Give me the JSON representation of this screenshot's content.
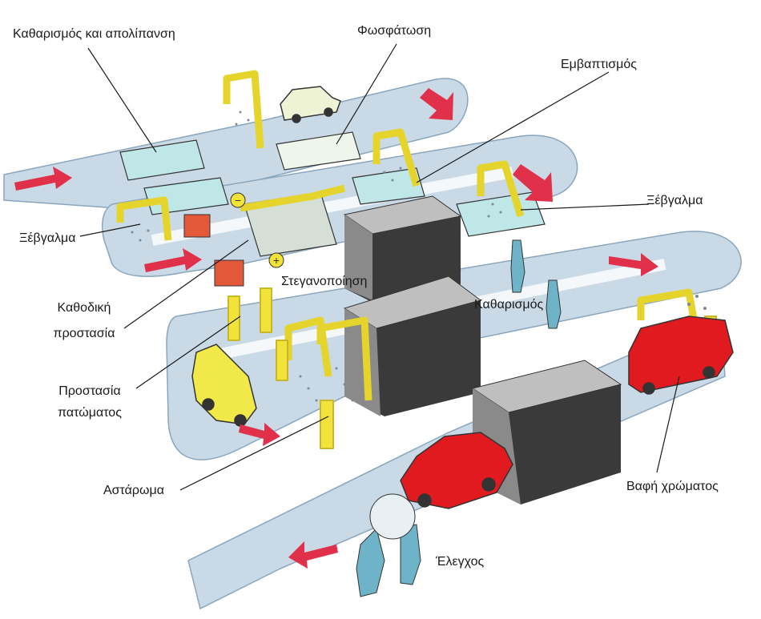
{
  "labels": {
    "cleaning_degreasing": "Καθαρισμός και απολίπανση",
    "phosphating": "Φωσφάτωση",
    "immersion": "Εμβαπτισμός",
    "rinse_right": "Ξέβγαλμα",
    "rinse_left": "Ξέβγαλμα",
    "cathodic_protection_1": "Καθοδική",
    "cathodic_protection_2": "προστασία",
    "sealing": "Στεγανοποίηση",
    "cleaning": "Καθαρισμός",
    "floor_protection_1": "Προστασία",
    "floor_protection_2": "πατώματος",
    "primer": "Αστάρωμα",
    "paint": "Βαφή χρώματος",
    "inspection": "Έλεγχος"
  },
  "colors": {
    "conveyor": "#c9d9e6",
    "conveyor_edge": "#8aa6bd",
    "tunnel_top": "#bfbfbf",
    "tunnel_dark": "#3a3a3a",
    "gantry": "#f2e33a",
    "arrow": "#e0304a",
    "car_red": "#e01a1f",
    "car_yellow": "#f1e84a",
    "car_white": "#eef3d6",
    "tank_water": "#bfe7e8",
    "worker": "#6fb3c8"
  },
  "icons": [
    "flow-arrow-icon",
    "car-icon",
    "worker-icon",
    "spray-gantry-icon",
    "rectifier-box-icon"
  ]
}
